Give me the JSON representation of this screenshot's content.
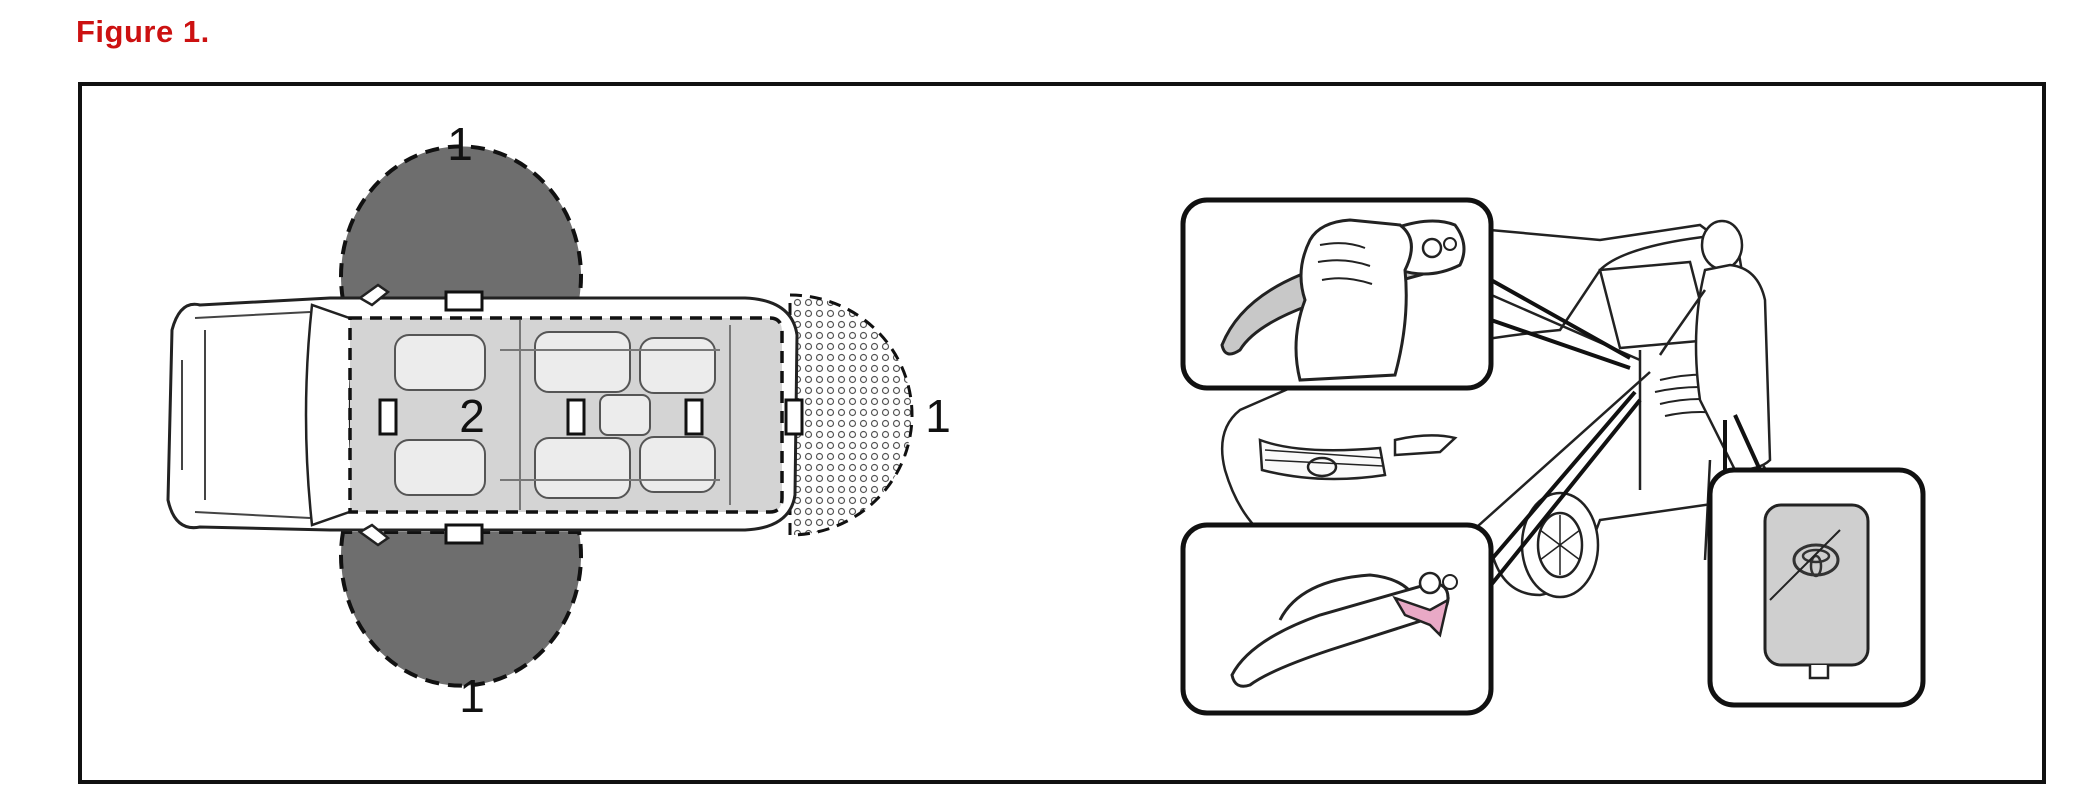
{
  "figure": {
    "title": "Figure 1."
  },
  "car_top_view": {
    "zone_labels": {
      "front_driver_side": "1",
      "rear_hatch": "1",
      "front_passenger_side": "1",
      "cabin": "2"
    }
  },
  "colors": {
    "title": "#cc1111",
    "detection_zone": "#6e6e6e",
    "cabin_zone": "#d4d4d4",
    "frame": "#111111",
    "key_button_arrow": "#e9a9c6"
  },
  "icons": [
    "car-top-view",
    "door-handle-grip-inset",
    "door-handle-button-inset",
    "smart-key-fob",
    "person-at-car-door"
  ]
}
